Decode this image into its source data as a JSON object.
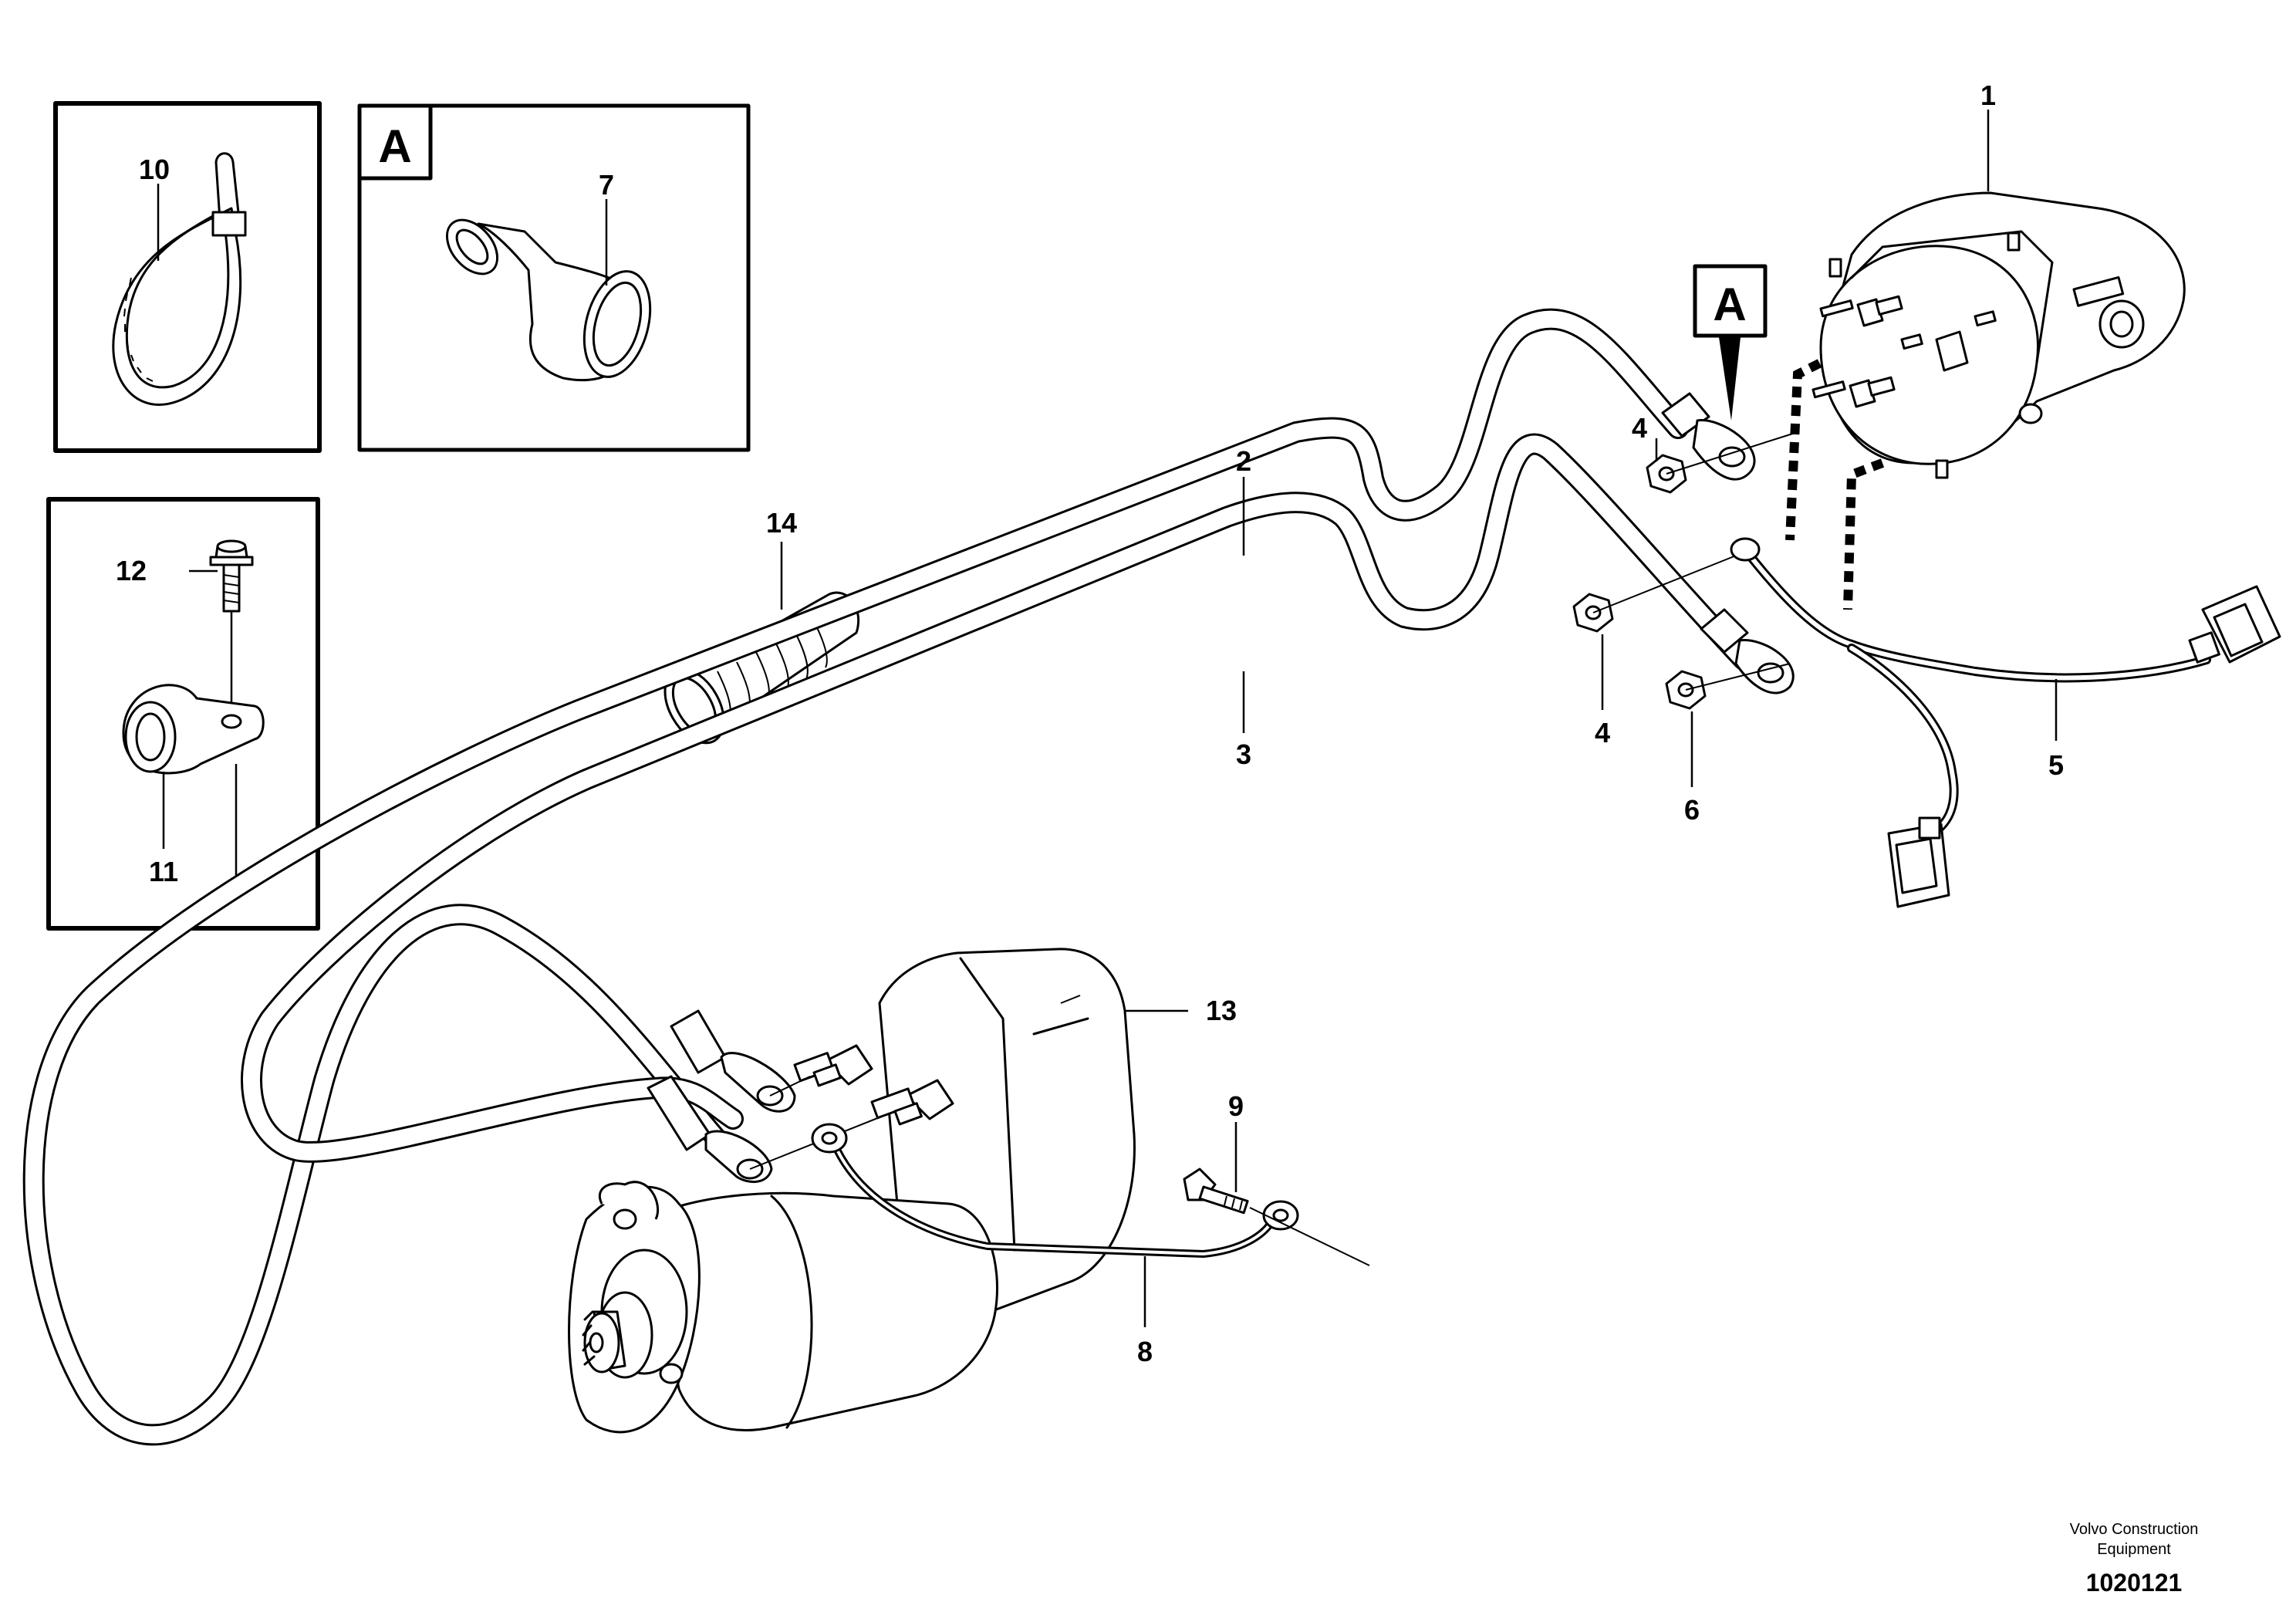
{
  "callouts": {
    "c1": "1",
    "c2": "2",
    "c3": "3",
    "c4a": "4",
    "c4b": "4",
    "c5": "5",
    "c6": "6",
    "c7": "7",
    "c8": "8",
    "c9": "9",
    "c10": "10",
    "c11": "11",
    "c12": "12",
    "c13": "13",
    "c14": "14"
  },
  "detail_marker": "A",
  "footer": {
    "brand_line1": "Volvo Construction",
    "brand_line2": "Equipment",
    "figure_number": "1020121"
  }
}
